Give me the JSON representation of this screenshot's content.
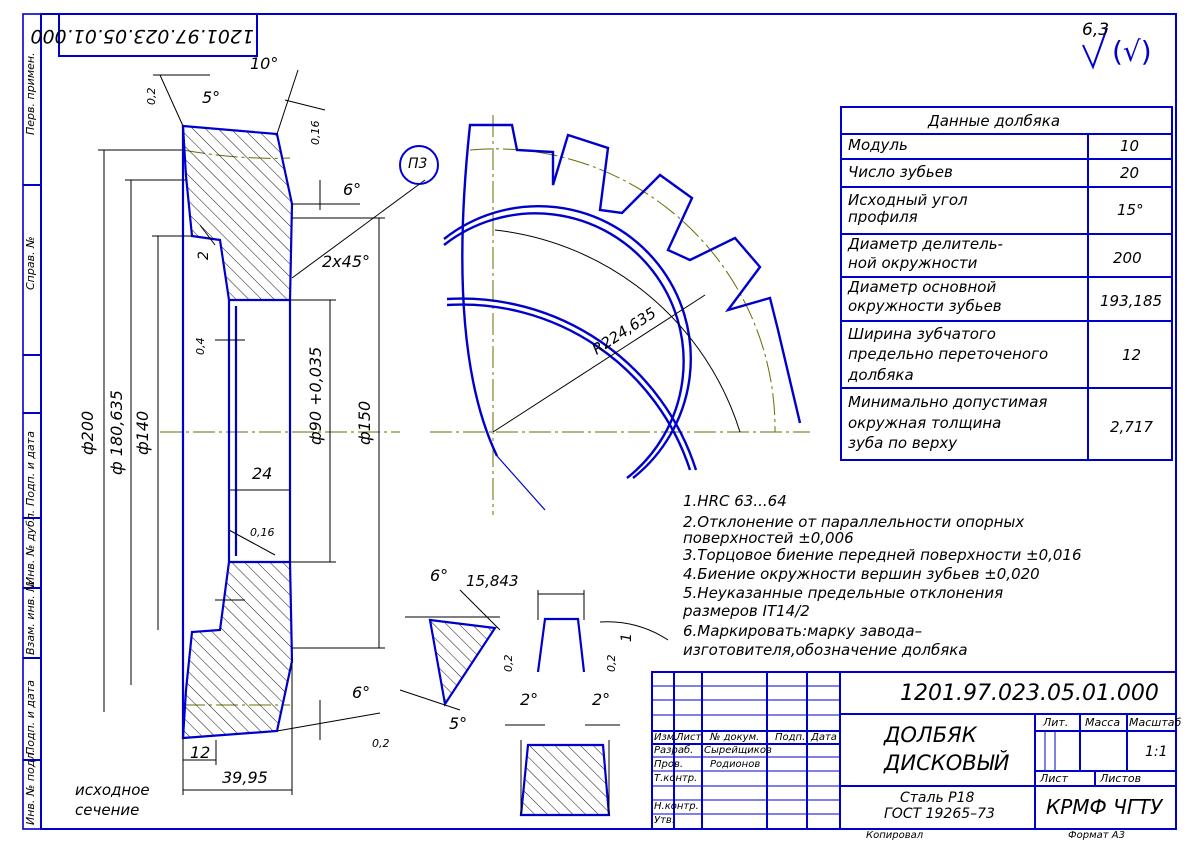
{
  "doc_code": "1201.97.023.05.01.000",
  "doc_code_corner": "1201.97.023.05.01.000",
  "roughness": {
    "value": "6,3",
    "mark": "(√)"
  },
  "side_labels": [
    "Перв. примен.",
    "Справ. №",
    "Подп. и дата",
    "Инв. № дубл.",
    "Взам. инв. №",
    "Подп. и дата",
    "Инв. № подл."
  ],
  "data_table": {
    "title": "Данные долбяка",
    "rows": [
      {
        "name": [
          "Модуль"
        ],
        "value": "10"
      },
      {
        "name": [
          "Число зубьев"
        ],
        "value": "20"
      },
      {
        "name": [
          "Исходный угол",
          "  профиля"
        ],
        "value": "15°"
      },
      {
        "name": [
          "Диаметр делитель-",
          "  ной окружности"
        ],
        "value": "200"
      },
      {
        "name": [
          "Диаметр основной",
          "окружности зубьев"
        ],
        "value": "193,185"
      },
      {
        "name": [
          "Ширина зубчатого",
          "предельно переточеного",
          "   долбяка"
        ],
        "value": "12"
      },
      {
        "name": [
          "Минимально допустимая",
          "окружная толщина",
          "зуба по верху"
        ],
        "value": "2,717"
      }
    ]
  },
  "notes": [
    "1.HRC 63...64",
    "2.Отклонение от параллельности опорных",
    "поверхностей ±0,006",
    "3.Торцовое биение передней поверхности ±0,016",
    "4.Биение окружности вершин зубьев ±0,020",
    "5.Неуказанные предельные отклонения",
    " размеров  IT14/2",
    "6.Маркировать:марку завода–",
    " изготовителя,обозначение долбяка"
  ],
  "dims": {
    "d200": "ф200",
    "d180": "ф 180,635",
    "d140": "ф140",
    "d90": "ф90 +0,035",
    "d150": "ф150",
    "w24": "24",
    "w12": "12",
    "w3995": "39,95",
    "ch": "2х45°",
    "a10": "10°",
    "a5": "5°",
    "a6a": "6°",
    "a6b": "6°",
    "a6c": "6°",
    "r016a": "0,16",
    "r016b": "0,16",
    "r02a": "0,2",
    "r02b": "0,2",
    "r04": "0,4",
    "two": "2",
    "p3": "П3",
    "r224": "R224,635",
    "d15843": "15,843",
    "r02c": "0,2",
    "r02d": "0,2",
    "v1": "1",
    "a5b": "5°",
    "a2a": "2°",
    "a2b": "2°"
  },
  "section_label": [
    "исходное",
    "сечение"
  ],
  "title_block": {
    "designation": "1201.97.023.05.01.000",
    "name": [
      "ДОЛБЯК",
      "ДИСКОВЫЙ"
    ],
    "material": [
      "Сталь Р18",
      "ГОСТ 19265–73"
    ],
    "org": "КРМФ ЧГТУ",
    "headers": [
      "Изм.",
      "Лист",
      "№ докум.",
      "Подп.",
      "Дата"
    ],
    "roles": [
      "Разраб.",
      "Пров.",
      "Т.контр.",
      "",
      "Н.контр.",
      "Утв."
    ],
    "persons": [
      "Сырейщиков",
      "Родионов"
    ],
    "lit": "Лит.",
    "mass": "Масса",
    "scale_h": "Масштаб",
    "scale_v": "1:1",
    "sheet": "Лист",
    "sheets": "Листов",
    "copied": "Копировал",
    "format": "Формат   А3"
  },
  "colors": {
    "frame": "#0000cc",
    "line": "#000000",
    "center": "#6b6b00"
  }
}
